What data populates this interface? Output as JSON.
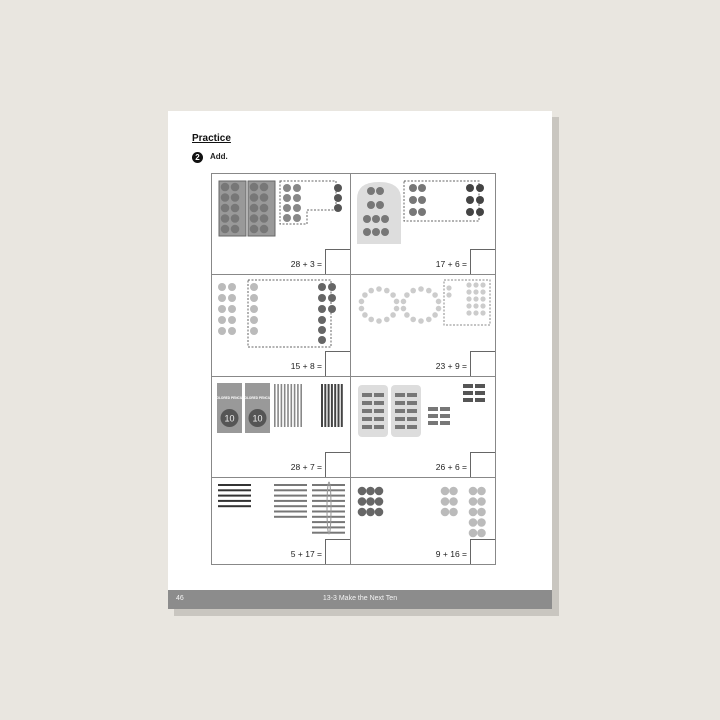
{
  "heading": "Practice",
  "exercise_number": "2",
  "instruction": "Add.",
  "problems": [
    {
      "equation": "28 + 3 =",
      "items": "apples-icon"
    },
    {
      "equation": "17 + 6 =",
      "items": "strawberries-icon"
    },
    {
      "equation": "15 + 8 =",
      "items": "cookies-icon"
    },
    {
      "equation": "23 + 9 =",
      "items": "beads-icon"
    },
    {
      "equation": "28 + 7 =",
      "items": "colored-pencils-icon"
    },
    {
      "equation": "26 + 6 =",
      "items": "candies-icon"
    },
    {
      "equation": "5 + 17 =",
      "items": "pencils-icon"
    },
    {
      "equation": "9 + 16 =",
      "items": "balls-icon"
    }
  ],
  "pencil_box_label": "COLORED PENCILS",
  "pencil_box_count": "10",
  "footer": {
    "page_number": "46",
    "lesson": "13-3 Make the Next Ten"
  }
}
